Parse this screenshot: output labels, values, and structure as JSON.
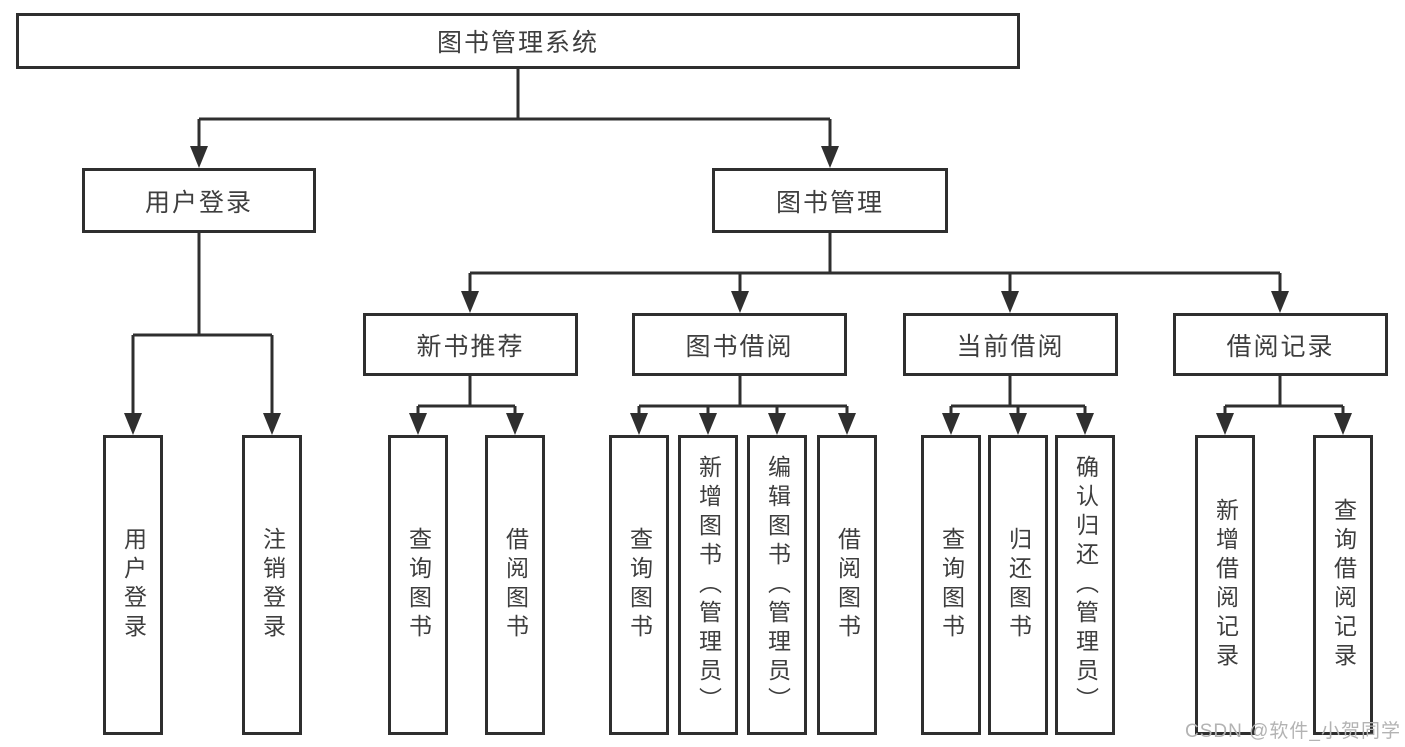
{
  "diagram": {
    "root": {
      "label": "图书管理系统"
    },
    "branches": [
      {
        "label": "用户登录",
        "children": [
          {
            "label": "用户登录"
          },
          {
            "label": "注销登录"
          }
        ]
      },
      {
        "label": "图书管理",
        "children": [
          {
            "label": "新书推荐",
            "children": [
              {
                "label": "查询图书"
              },
              {
                "label": "借阅图书"
              }
            ]
          },
          {
            "label": "图书借阅",
            "children": [
              {
                "label": "查询图书"
              },
              {
                "label": "新增图书（管理员）"
              },
              {
                "label": "编辑图书（管理员）"
              },
              {
                "label": "借阅图书"
              }
            ]
          },
          {
            "label": "当前借阅",
            "children": [
              {
                "label": "查询图书"
              },
              {
                "label": "归还图书"
              },
              {
                "label": "确认归还（管理员）"
              }
            ]
          },
          {
            "label": "借阅记录",
            "children": [
              {
                "label": "新增借阅记录"
              },
              {
                "label": "查询借阅记录"
              }
            ]
          }
        ]
      }
    ]
  },
  "watermark": {
    "text": "CSDN @软件_小贺同学"
  },
  "colors": {
    "line": "#2f2f2f",
    "text": "#3e3e3e",
    "watermark": "#b3b3b3",
    "bg": "#ffffff"
  }
}
